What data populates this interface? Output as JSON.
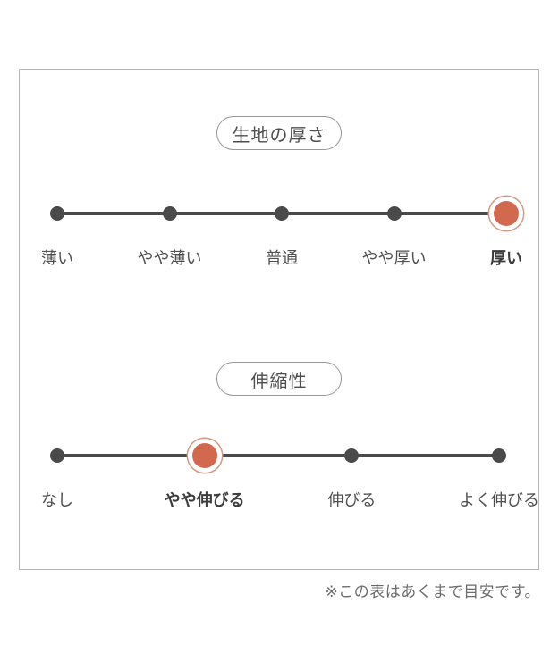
{
  "colors": {
    "accent": "#d2694e",
    "accent_ring": "#d29a85",
    "track": "#4a4a4a",
    "box_border": "#b5b5b5",
    "pill_border": "#979797"
  },
  "sections": [
    {
      "title": "生地の厚さ",
      "options": [
        {
          "label": "薄い",
          "selected": false
        },
        {
          "label": "やや薄い",
          "selected": false
        },
        {
          "label": "普通",
          "selected": false
        },
        {
          "label": "やや厚い",
          "selected": false
        },
        {
          "label": "厚い",
          "selected": true
        }
      ]
    },
    {
      "title": "伸縮性",
      "options": [
        {
          "label": "なし",
          "selected": false
        },
        {
          "label": "やや伸びる",
          "selected": true
        },
        {
          "label": "伸びる",
          "selected": false
        },
        {
          "label": "よく伸びる",
          "selected": false
        }
      ]
    }
  ],
  "note": "※この表はあくまで目安です。"
}
